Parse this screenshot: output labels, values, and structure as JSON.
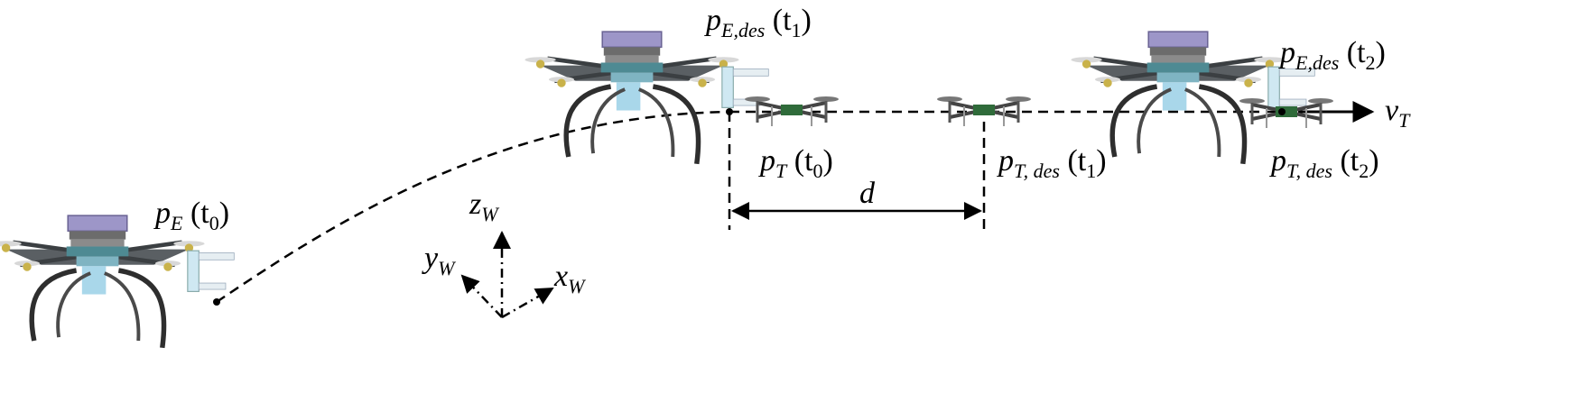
{
  "labels": {
    "pE_t0": {
      "sym": "p",
      "sub": "E",
      "arg": "t",
      "argsub": "0"
    },
    "pEdes_t1": {
      "sym": "p",
      "sub": "E,des",
      "arg": "t",
      "argsub": "1"
    },
    "pEdes_t2": {
      "sym": "p",
      "sub": "E,des",
      "arg": "t",
      "argsub": "2"
    },
    "pT_t0": {
      "sym": "p",
      "sub": "T",
      "arg": "t",
      "argsub": "0"
    },
    "pTdes_t1": {
      "sym": "p",
      "sub": "T, des",
      "arg": "t",
      "argsub": "1"
    },
    "pTdes_t2": {
      "sym": "p",
      "sub": "T, des",
      "arg": "t",
      "argsub": "2"
    },
    "d": "d",
    "vT": {
      "sym": "v",
      "sub": "T"
    }
  },
  "axes": {
    "z": {
      "sym": "z",
      "sub": "W"
    },
    "y": {
      "sym": "y",
      "sub": "W"
    },
    "x": {
      "sym": "x",
      "sub": "W"
    }
  }
}
